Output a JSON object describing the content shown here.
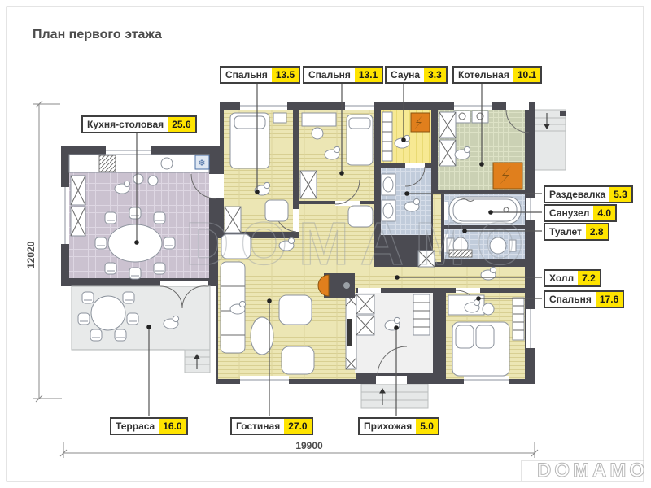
{
  "title": "План первого этажа",
  "watermark": {
    "center": "DOMAMO",
    "corner": "DOMAMO"
  },
  "dimensions": {
    "height": "12020",
    "width": "19900"
  },
  "glyphs": {
    "fridge": "❄"
  },
  "rooms": [
    {
      "id": "kitchen",
      "name": "Кухня-столовая",
      "area": "25.6"
    },
    {
      "id": "bedroom1",
      "name": "Спальня",
      "area": "13.5"
    },
    {
      "id": "bedroom2",
      "name": "Спальня",
      "area": "13.1"
    },
    {
      "id": "sauna",
      "name": "Сауна",
      "area": "3.3"
    },
    {
      "id": "boiler",
      "name": "Котельная",
      "area": "10.1"
    },
    {
      "id": "dressing",
      "name": "Раздевалка",
      "area": "5.3"
    },
    {
      "id": "bathroom",
      "name": "Санузел",
      "area": "4.0"
    },
    {
      "id": "toilet",
      "name": "Туалет",
      "area": "2.8"
    },
    {
      "id": "hall",
      "name": "Холл",
      "area": "7.2"
    },
    {
      "id": "bedroom3",
      "name": "Спальня",
      "area": "17.6"
    },
    {
      "id": "terrace",
      "name": "Терраса",
      "area": "16.0"
    },
    {
      "id": "living",
      "name": "Гостиная",
      "area": "27.0"
    },
    {
      "id": "entry",
      "name": "Прихожая",
      "area": "5.0"
    }
  ]
}
